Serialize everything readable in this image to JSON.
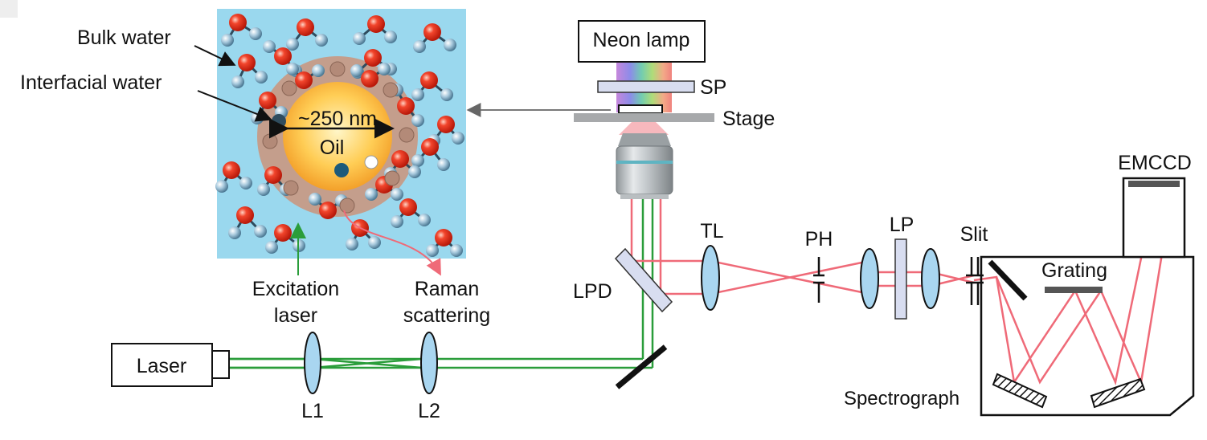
{
  "colors": {
    "laser_beam": "#2a9d3a",
    "raman_beam": "#ef6a78",
    "inset_bg": "#8fd3ea",
    "oil_core": "#ffc94a",
    "shell": "#c9a08c",
    "oxygen": "#e0321e",
    "hydrogen": "#8ab5cf",
    "lens": "#a9d6f0",
    "filter": "#d8ddf0"
  },
  "inset": {
    "bulk_water_label": "Bulk water",
    "interfacial_water_label": "Interfacial water",
    "size_label": "~250 nm",
    "oil_label": "Oil",
    "excitation_label_line1": "Excitation",
    "excitation_label_line2": "laser",
    "raman_label_line1": "Raman",
    "raman_label_line2": "scattering"
  },
  "components": {
    "neon_lamp": "Neon lamp",
    "sp": "SP",
    "stage": "Stage",
    "laser": "Laser",
    "l1": "L1",
    "l2": "L2",
    "lpd": "LPD",
    "tl": "TL",
    "ph": "PH",
    "lp": "LP",
    "slit": "Slit",
    "emccd": "EMCCD",
    "grating": "Grating",
    "spectrograph": "Spectrograph"
  }
}
